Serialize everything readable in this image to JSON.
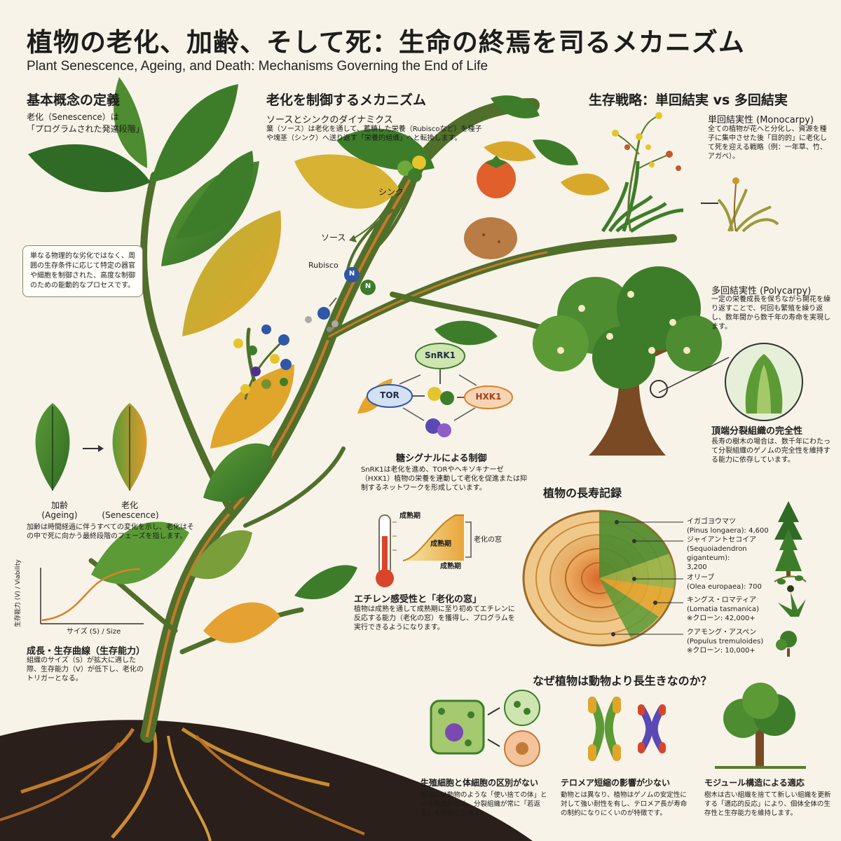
{
  "title": {
    "jp": "植物の老化、加齢、そして死：生命の終焉を司るメカニズム",
    "en": "Plant Senescence, Ageing, and Death: Mechanisms Governing the End of Life"
  },
  "basics": {
    "heading": "基本概念の定義",
    "senescence_line1": "老化（Senescence）は",
    "senescence_line2": "「プログラムされた発達段階」",
    "callout": "単なる物理的な劣化ではなく、周囲の生存条件に応じて特定の器官や細胞を制御された、高度な制御のための能動的なプロセスです。",
    "ageing_label_jp": "加齢",
    "ageing_label_en": "(Ageing)",
    "senescence_label_jp": "老化",
    "senescence_label_en": "(Senescence)",
    "ageing_desc": "加齢は時間経過に伴うすべての変化を示し、老化はその中で死に向かう最終段階のフェーズを指します。",
    "growth_heading": "成長・生存曲線（生存能力）",
    "growth_desc": "組織のサイズ（S）が拡大に適した際、生存能力（V）が低下し、老化のトリガーとなる。",
    "chart_ylabel": "生存能力 (V) / Viability",
    "chart_xlabel": "サイズ (S) / Size"
  },
  "control": {
    "heading": "老化を制御するメカニズム",
    "subheading": "ソースとシンクのダイナミクス",
    "desc": "葉（ソース）は老化を通して、蓄積した栄養（Rubiscoなど）を種子や塊茎（シンク）へ送り返す「栄養的組織」へと転換します。",
    "sink_label": "シンク",
    "source_label": "ソース",
    "rubisco_label": "Rubisco",
    "n_label": "N",
    "sugar_heading": "糖シグナルによる制御",
    "sugar_desc": "SnRK1は老化を進め、TORやヘキソキナーゼ（HXK1）植物の栄養を連動して老化を促進または抑制するネットワークを形成しています。",
    "snrk1": "SnRK1",
    "tor": "TOR",
    "hxk1": "HXK1",
    "ethylene_heading": "エチレン感受性と「老化の窓」",
    "ethylene_desc": "植物は成熟を通して成熟期に至り初めてエチレンに反応する能力（老化の窓）を獲得し、プログラムを実行できるようになります。",
    "thermo_top": "成熟期",
    "thermo_mid": "成熟期",
    "thermo_bottom": "成熟期",
    "window_label": "老化の窓"
  },
  "strategy": {
    "heading": "生存戦略：単回結実 vs 多回結実",
    "mono_title": "単回結実性 (Monocarpy)",
    "mono_desc": "全ての植物が花へと分化し、資源を種子に集中させた後「目的的」に老化して死を迎える戦略（例：一年草、竹、アガベ）。",
    "poly_title": "多回結実性 (Polycarpy)",
    "poly_desc": "一定の栄養成長を保ちながら開花を繰り返すことで、何回も繁殖を繰り返し、数年間から数千年の寿命を実現します。",
    "meristem_title": "頂端分裂組織の完全性",
    "meristem_desc": "長寿の樹木の場合は、数千年にわたって分裂組織のゲノムの完全性を維持する能力に依存しています。"
  },
  "longevity": {
    "heading": "植物の長寿記録",
    "records": [
      {
        "name": "イガゴヨウマツ",
        "latin": "(Pinus longaera): 4,600"
      },
      {
        "name": "ジャイアントセコイア",
        "latin": "(Sequoiadendron giganteum):",
        "extra": "3,200"
      },
      {
        "name": "オリーブ",
        "latin": "(Olea europaea): 700"
      },
      {
        "name": "キングス・ロマティア",
        "latin": "(Lomatia tasmanica)",
        "extra": "※クローン: 42,000+"
      },
      {
        "name": "クアモング・アスペン",
        "latin": "(Populus tremuloides)",
        "extra": "※クローン: 10,000+"
      }
    ]
  },
  "why": {
    "heading": "なぜ植物は動物より長生きなのか？",
    "items": [
      {
        "title": "生殖細胞と体細胞の区別がない",
        "desc": "植物には動物のような「使い捨ての体」という概念がなく、分裂組織が常に「若返り」を可能にします。"
      },
      {
        "title": "テロメア短縮の影響が少ない",
        "desc": "動物とは異なり、植物はゲノムの安定性に対して強い耐性を有し、テロメア長が寿命の制約になりにくいのが特徴です。"
      },
      {
        "title": "モジュール構造による適応",
        "desc": "樹木は古い組織を捨てて新しい組織を更新する「適応的反応」により、個体全体の生存性と生存能力を維持します。"
      }
    ]
  },
  "colors": {
    "leaf_green": "#3f7d2c",
    "leaf_yellow": "#d8a82a",
    "trunk": "#5b6e2e",
    "phloem_orange": "#d9822b",
    "soil": "#2a1f1a",
    "background": "#f7f3e9"
  },
  "icons": [
    "tree-icon",
    "leaf-icon",
    "tomato-icon",
    "potato-icon",
    "molecule-icon",
    "thermometer-icon",
    "tree-ring-icon",
    "chromosome-icon",
    "cell-icon"
  ]
}
